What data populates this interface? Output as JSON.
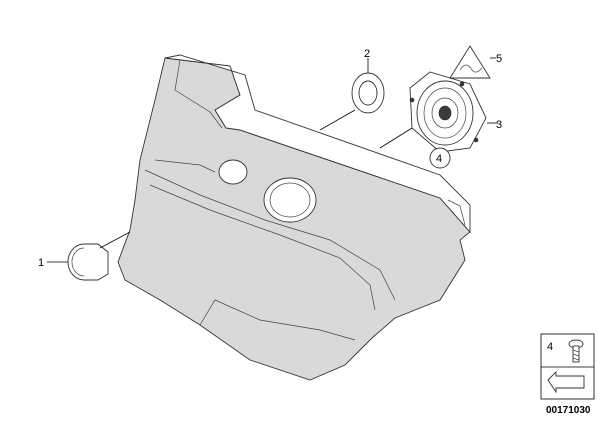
{
  "callouts": {
    "part1": "1",
    "part2": "2",
    "part3": "3",
    "part4": "4",
    "part5": "5"
  },
  "inset": {
    "label": "4"
  },
  "reference_number": "00171030",
  "colors": {
    "line": "#000000",
    "panel_fill": "#d9d9d9",
    "background": "#ffffff"
  }
}
